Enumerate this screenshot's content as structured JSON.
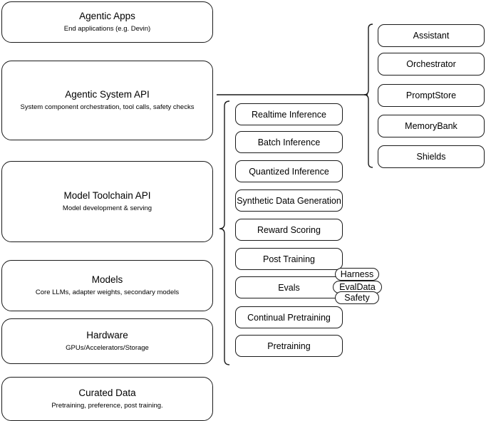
{
  "diagram": {
    "title": "Llama Stack layered architecture diagram",
    "stroke_color": "#1a1a1a",
    "background_color": "#ffffff"
  },
  "layers": [
    {
      "name": "agentic-apps",
      "title": "Agentic Apps",
      "subtitle": "End applications (e.g. Devin)"
    },
    {
      "name": "agentic-system-api",
      "title": "Agentic System API",
      "subtitle": "System component orchestration, tool calls, safety checks"
    },
    {
      "name": "model-toolchain-api",
      "title": "Model Toolchain API",
      "subtitle": "Model development & serving"
    },
    {
      "name": "models",
      "title": "Models",
      "subtitle": "Core LLMs, adapter weights, secondary models"
    },
    {
      "name": "hardware",
      "title": "Hardware",
      "subtitle": "GPUs/Accelerators/Storage"
    },
    {
      "name": "curated-data",
      "title": "Curated Data",
      "subtitle": "Pretraining, preference, post training."
    }
  ],
  "toolchain_capabilities": [
    {
      "name": "realtime-inference",
      "label": "Realtime Inference"
    },
    {
      "name": "batch-inference",
      "label": "Batch Inference"
    },
    {
      "name": "quantized-inference",
      "label": "Quantized Inference"
    },
    {
      "name": "synthetic-data-generation",
      "label": "Synthetic Data Generation"
    },
    {
      "name": "reward-scoring",
      "label": "Reward Scoring"
    },
    {
      "name": "post-training",
      "label": "Post Training"
    },
    {
      "name": "evals",
      "label": "Evals"
    },
    {
      "name": "continual-pretraining",
      "label": "Continual Pretraining"
    },
    {
      "name": "pretraining",
      "label": "Pretraining"
    }
  ],
  "evals_subcomponents": [
    {
      "name": "harness",
      "label": "Harness"
    },
    {
      "name": "evaldata",
      "label": "EvalData"
    },
    {
      "name": "safety",
      "label": "Safety"
    }
  ],
  "agentic_components": [
    {
      "name": "assistant",
      "label": "Assistant"
    },
    {
      "name": "orchestrator",
      "label": "Orchestrator"
    },
    {
      "name": "promptstore",
      "label": "PromptStore"
    },
    {
      "name": "memorybank",
      "label": "MemoryBank"
    },
    {
      "name": "shields",
      "label": "Shields"
    }
  ]
}
